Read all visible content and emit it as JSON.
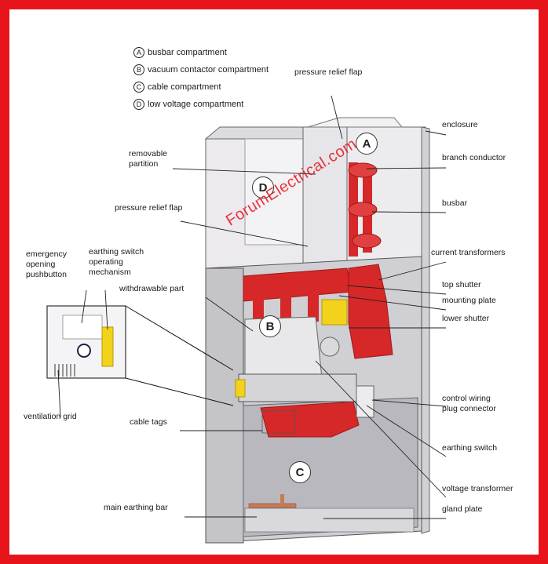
{
  "legend": [
    {
      "letter": "A",
      "text": "busbar compartment"
    },
    {
      "letter": "B",
      "text": "vacuum contactor compartment"
    },
    {
      "letter": "C",
      "text": "cable compartment"
    },
    {
      "letter": "D",
      "text": "low voltage compartment"
    }
  ],
  "labels": {
    "pressure_relief_top": "pressure relief flap",
    "enclosure": "enclosure",
    "removable_partition_1": "removable",
    "removable_partition_2": "partition",
    "branch_conductor": "branch conductor",
    "busbar": "busbar",
    "pressure_relief_left": "pressure relief flap",
    "emergency_1": "emergency",
    "emergency_2": "opening",
    "emergency_3": "pushbutton",
    "earthing_mech_1": "earthing switch",
    "earthing_mech_2": "operating",
    "earthing_mech_3": "mechanism",
    "withdrawable_part": "withdrawable part",
    "current_transformers": "current transformers",
    "top_shutter": "top shutter",
    "mounting_plate": "mounting plate",
    "lower_shutter": "lower shutter",
    "ventilation_grid": "ventilation grid",
    "control_wiring_1": "control wiring",
    "control_wiring_2": "plug connector",
    "cable_tags": "cable tags",
    "earthing_switch": "earthing switch",
    "voltage_transformer": "voltage transformer",
    "main_earthing_bar": "main earthing bar",
    "gland_plate": "gland plate"
  },
  "compartment_letters": {
    "A": "A",
    "B": "B",
    "C": "C",
    "D": "D"
  },
  "watermark": "ForumElectrical.com",
  "colors": {
    "frame": "#e8141b",
    "busbar_red": "#d62828",
    "panel_grey": "#c9c9cc",
    "yellow": "#f2d21b"
  }
}
